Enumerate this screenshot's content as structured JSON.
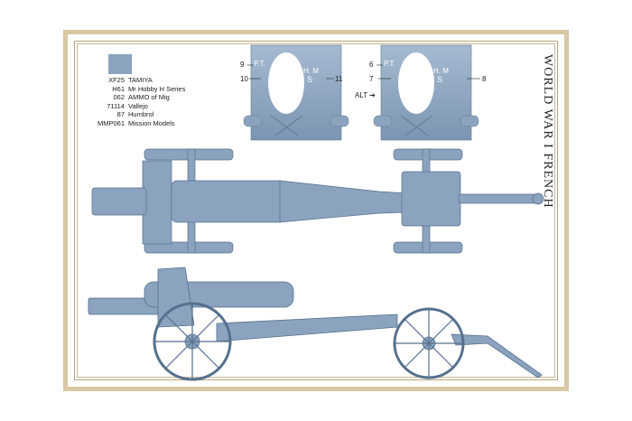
{
  "title": "WORLD WAR I FRENCH",
  "legend": [
    {
      "code": "XF25",
      "name": "TAMIYA"
    },
    {
      "code": "H61",
      "name": "Mr Hobby H Series"
    },
    {
      "code": "062",
      "name": "AMMO of Mig"
    },
    {
      "code": "71114",
      "name": "Vallejo"
    },
    {
      "code": "87",
      "name": "Humbrol"
    },
    {
      "code": "MMP061",
      "name": "Mission Models"
    }
  ],
  "colors": {
    "gun_grey": "#8ba3bf",
    "frame": "#d8c8a4"
  },
  "left_panel": {
    "letters_a": "P.T.",
    "letters_b": "H. M",
    "letters_c": "S",
    "n1": "9",
    "n2": "10",
    "n3": "11"
  },
  "right_panel": {
    "letters_a": "P.T.",
    "letters_b": "H. M",
    "letters_c": "S",
    "n1": "6",
    "n2": "7",
    "n3": "8"
  },
  "alt_label": "ALT"
}
